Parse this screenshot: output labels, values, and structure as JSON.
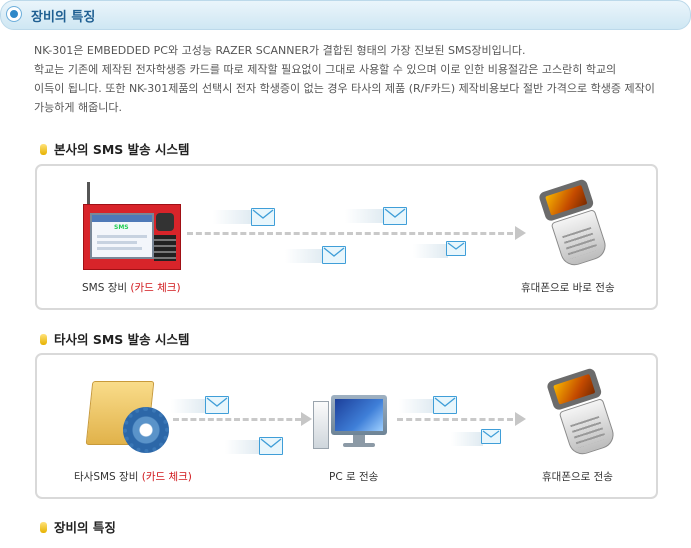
{
  "header": {
    "title": "장비의 특징"
  },
  "intro": {
    "line1": "NK-301은 EMBEDDED PC와 고성능 RAZER SCANNER가 결합된 형태의 가장 진보된 SMS장비입니다.",
    "line2": "학교는 기존에 제작된 전자학생증 카드를 따로 제작할 필요없이 그대로 사용할 수 있으며 이로 인한 비용절감은 고스란히 학교의",
    "line3": "이득이 됩니다. 또한 NK-301제품의 선택시 전자 학생증이 없는 경우 타사의 제품 (R/F카드) 제작비용보다 절반 가격으로 학생증 제작이",
    "line4": "가능하게 해줍니다."
  },
  "section1": {
    "title": "본사의 SMS 발송 시스템",
    "device_label": "SMS 장비 ",
    "device_label_highlight": "(카드 체크)",
    "phone_label": "휴대폰으로 바로 전송",
    "screen_text": "SMS"
  },
  "section2": {
    "title": "타사의 SMS 발송 시스템",
    "device_label": "타사SMS 장비 ",
    "device_label_highlight": "(카드 체크)",
    "pc_label": "PC 로 전송",
    "phone_label": "휴대폰으로 전송"
  },
  "section3": {
    "title": "장비의 특징"
  },
  "colors": {
    "accent": "#2f88c8",
    "highlight": "#d0171b",
    "device_red": "#d8242a",
    "bullet": "#f2c200"
  }
}
